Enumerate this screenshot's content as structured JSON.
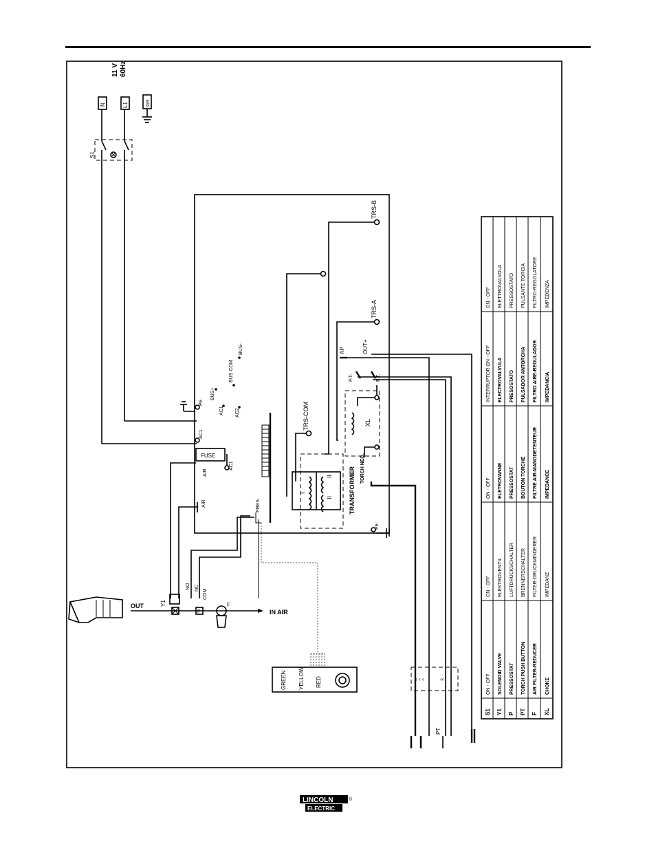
{
  "supply": {
    "voltage": "11 V",
    "frequency": "60Hz",
    "terminals": [
      "N",
      "L1",
      "GR"
    ],
    "switch": "S1"
  },
  "board": {
    "labels": {
      "trs_b": "TRS-B",
      "trs_a": "TRS-A",
      "trs_com": "TRS-COM",
      "bus_plus": "BUS+",
      "bus_com": "BUS COM",
      "bus_minus": "BUS-",
      "ac1_top": "AC1",
      "ac1_bottom": "AC1",
      "ac2": "AC2",
      "pe_top": "PE",
      "pe_bottom": "PE",
      "fuse": "FUSE",
      "air_1": "AIR",
      "air_2": "AIR",
      "pres": "PRES.",
      "transformer": "TRANSFORMER",
      "primary": "I",
      "secondary_1": "II",
      "secondary_2": "II",
      "choke": "XL",
      "torch_neg": "TORCH NEG.",
      "ap": "AP",
      "out_plus": "OUT+",
      "pt_1": "P.T.",
      "pt_2": "P.T."
    }
  },
  "pneumatic": {
    "out": "OUT",
    "in_air": "IN AIR",
    "y1": "Y1",
    "no": "NO",
    "nc": "NC",
    "com": "COM",
    "p": "P",
    "f": "F",
    "pt": "PT"
  },
  "led_panel": {
    "leds": [
      "GREEN",
      "YELLOW",
      "RED"
    ]
  },
  "legend": {
    "rows": [
      [
        "S1",
        "ON - OFF",
        "ON - OFF",
        "ON - OFF",
        "INTERRUPTOR ON - OFF",
        "ON - OFF"
      ],
      [
        "Y1",
        "SOLENOID VALVE",
        "ELEKTROVENTIL",
        "ELETROVANNE",
        "ELECTROVALVULA",
        "ELETTROVALVOLA"
      ],
      [
        "P",
        "PRESSOSTAT",
        "LUFTDRUCKSCHALTER",
        "PRESSOSTAT",
        "PRESOSTATO",
        "PRESSOSTATO"
      ],
      [
        "PT",
        "TORCH PUSH BUTTON",
        "BRENNERSCHALTER",
        "BOUTON TORCHE",
        "PULSADOR ANTORCHA",
        "PULSANTE TORCIA"
      ],
      [
        "F",
        "AIR FILTER-REDUCER",
        "FILTER-DRUCKMINDERER",
        "FILTRE AIR-MANODETENTEUR",
        "FILTRO AIRE-REGULADOR",
        "FILTRO-REGOLATORE"
      ],
      [
        "XL",
        "CHOKE",
        "IMPEDANZ",
        "IMPEDANCE",
        "IMPEDANCIA",
        "IMPEDENZA"
      ]
    ]
  },
  "footer": {
    "brand_top": "LINCOLN",
    "brand_bottom": "ELECTRIC",
    "registered": "®"
  }
}
